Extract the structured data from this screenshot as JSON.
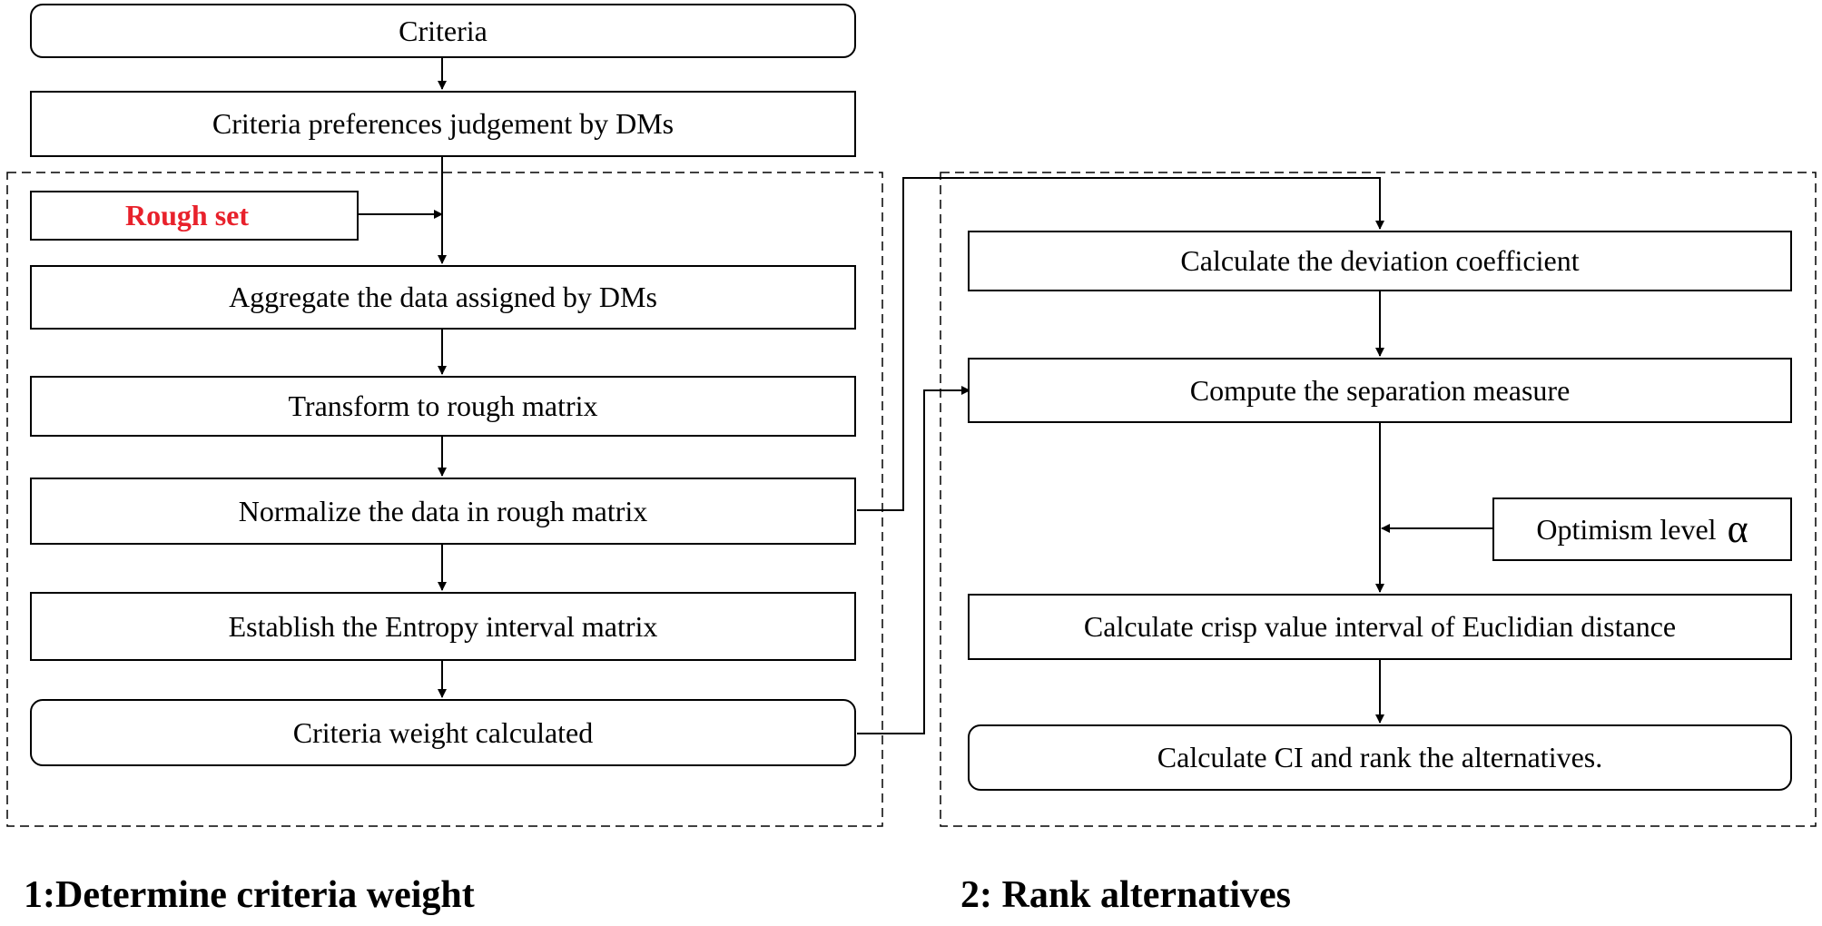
{
  "diagram": {
    "nodes": {
      "criteria": "Criteria",
      "preferences": "Criteria  preferences  judgement   by DMs",
      "rough_set": "Rough set",
      "aggregate": "Aggregate  the data assigned  by DMs",
      "transform": "Transform  to rough matrix",
      "normalize": "Normalize  the data in rough matrix",
      "entropy": "Establish  the Entropy  interval  matrix",
      "weight": "Criteria  weight  calculated",
      "deviation": "Calculate  the deviation  coefficient",
      "separation": "Compute  the separation  measure",
      "optimism": "Optimism  level",
      "optimism_symbol": "α",
      "crisp": "Calculate  crisp value interval  of Euclidian  distance",
      "rank": "Calculate  CI and rank the alternatives."
    },
    "section_titles": {
      "determine": "1:Determine  criteria  weight",
      "rank": "2: Rank alternatives"
    },
    "colors": {
      "line": "#000000",
      "highlight_text": "#e8212b",
      "background": "#ffffff"
    }
  }
}
